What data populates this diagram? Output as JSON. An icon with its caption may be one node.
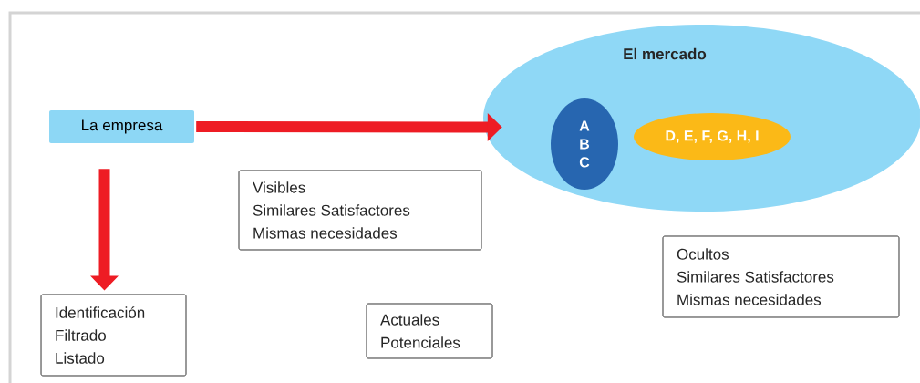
{
  "diagram": {
    "nodes": [
      {
        "text": [
          "La empresa"
        ]
      },
      {
        "text": [
          "El mercado"
        ]
      },
      {
        "text": [
          "A",
          "B",
          "C"
        ],
        "in": 1
      },
      {
        "text": [
          "D, E, F, G, H, I"
        ],
        "in": 1
      },
      {
        "text": [
          "Visibles",
          "Similares Satisfactores",
          "Mismas necesidades"
        ]
      },
      {
        "text": [
          "Ocultos",
          "Similares Satisfactores",
          "Mismas necesidades"
        ]
      },
      {
        "text": [
          "Identificación",
          "Filtrado",
          "Listado"
        ]
      },
      {
        "text": [
          "Actuales",
          "Potenciales"
        ]
      }
    ],
    "edges": [
      {
        "from": 0,
        "to": 1,
        "arrow": "to"
      },
      {
        "from": 0,
        "to": 6,
        "arrow": "to"
      }
    ]
  }
}
